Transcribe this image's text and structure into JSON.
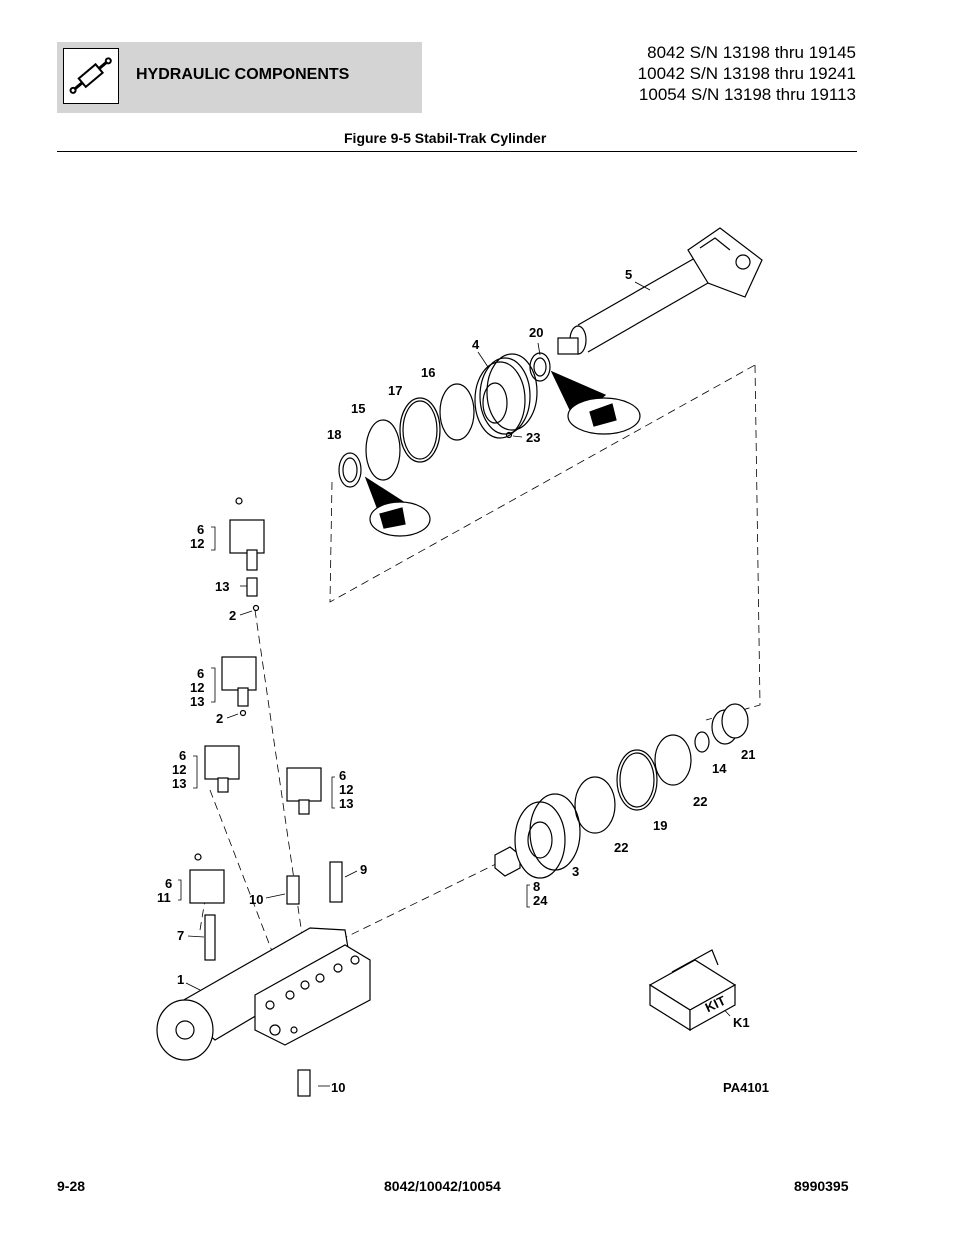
{
  "header": {
    "section_title": "HYDRAULIC COMPONENTS",
    "serials": [
      "8042 S/N 13198 thru 19145",
      "10042 S/N 13198 thru 19241",
      "10054 S/N 13198 thru 19113"
    ]
  },
  "figure": {
    "title": "Figure 9-5 Stabil-Trak Cylinder",
    "code": "PA4101",
    "kit_label": "KIT",
    "callouts": {
      "c5": "5",
      "c20": "20",
      "c4": "4",
      "c16": "16",
      "c17": "17",
      "c15": "15",
      "c18": "18",
      "c23": "23",
      "a6": "6",
      "a12": "12",
      "a13": "13",
      "a2": "2",
      "b6": "6",
      "b12": "12",
      "b13": "13",
      "b2": "2",
      "d6": "6",
      "d12": "12",
      "d13": "13",
      "e6": "6",
      "e12": "12",
      "e13": "13",
      "f6": "6",
      "f11": "11",
      "c7": "7",
      "c1": "1",
      "c10a": "10",
      "c9": "9",
      "c10b": "10",
      "c8": "8",
      "c24": "24",
      "c3": "3",
      "c22a": "22",
      "c19": "19",
      "c22b": "22",
      "c14": "14",
      "c21": "21",
      "k1": "K1"
    }
  },
  "footer": {
    "page": "9-28",
    "models": "8042/10042/10054",
    "part_number": "8990395"
  }
}
